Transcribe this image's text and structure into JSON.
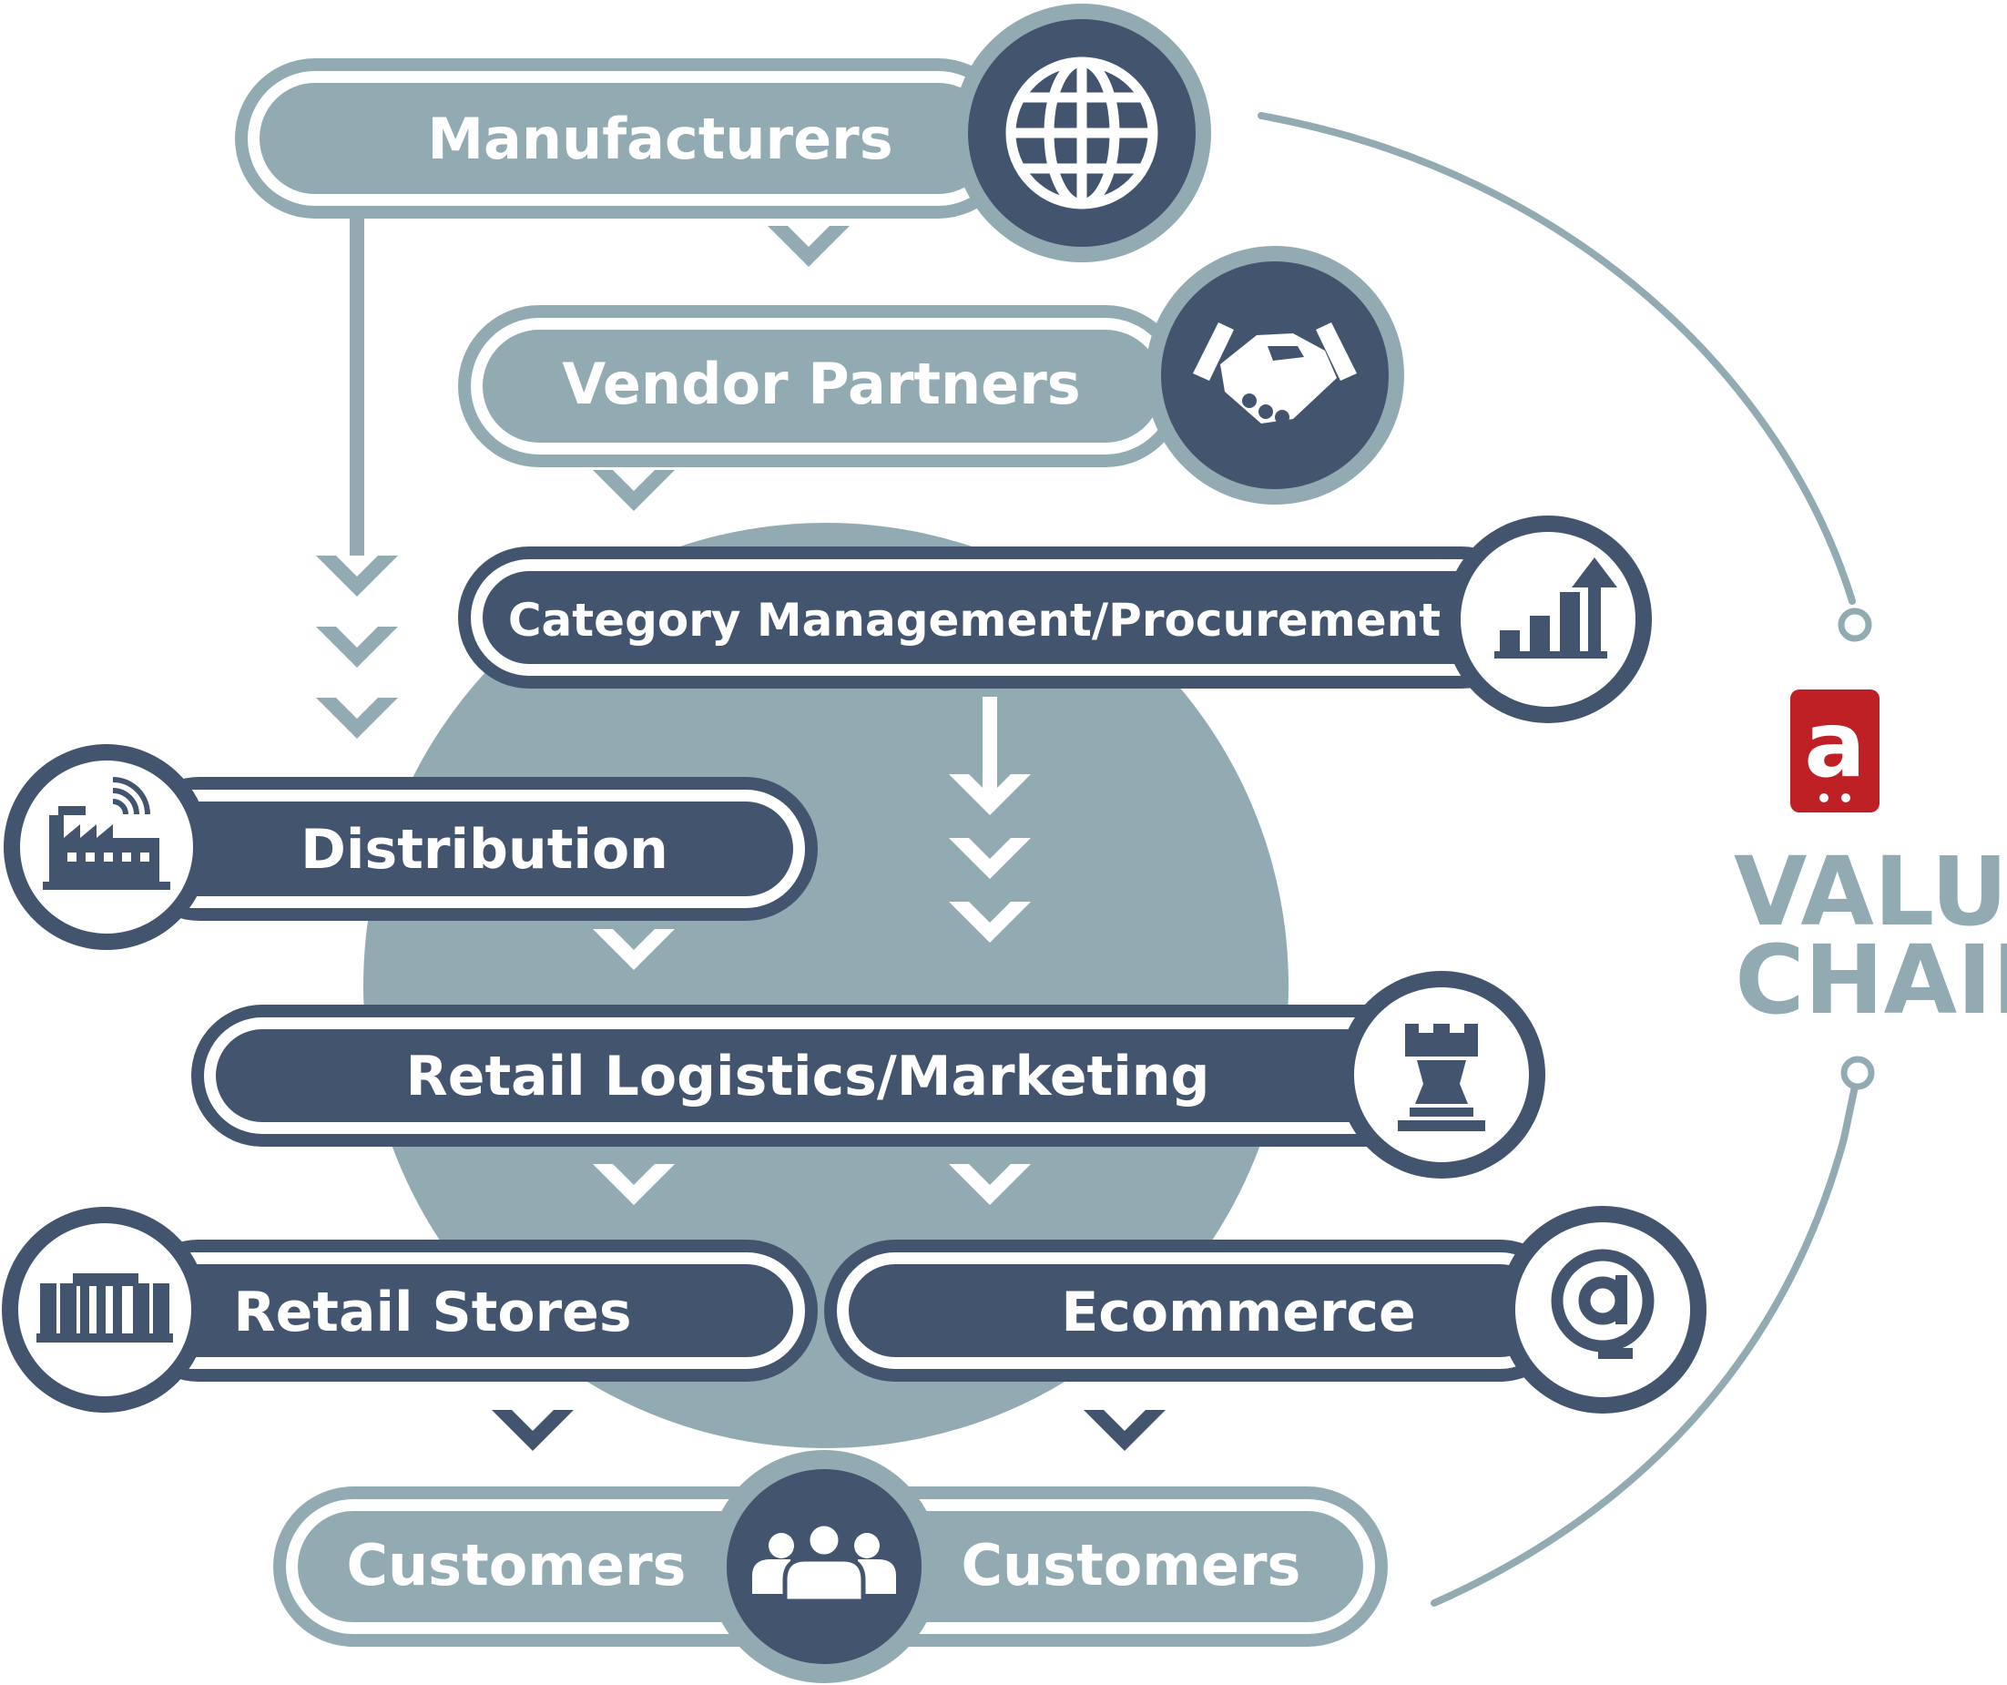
{
  "colors": {
    "navy": "#43546f",
    "light": "#92abb2",
    "background": "#ffffff",
    "logo_red": "#bf2026"
  },
  "nodes": {
    "manufacturers": {
      "label": "Manufacturers",
      "icon": "globe-icon"
    },
    "vendor_partners": {
      "label": "Vendor Partners",
      "icon": "handshake-icon"
    },
    "category_management": {
      "label": "Category Management/Procurement",
      "icon": "bar-chart-up-icon"
    },
    "distribution": {
      "label": "Distribution",
      "icon": "factory-wifi-icon"
    },
    "retail_logistics": {
      "label": "Retail Logistics/Marketing",
      "icon": "rook-tower-icon"
    },
    "retail_stores": {
      "label": "Retail Stores",
      "icon": "storefront-icon"
    },
    "ecommerce": {
      "label": "Ecommerce",
      "icon": "at-sign-icon"
    },
    "customers_left": {
      "label": "Customers",
      "icon": "people-group-icon"
    },
    "customers_right": {
      "label": "Customers"
    }
  },
  "branding": {
    "logo_letter": "a",
    "title_line1": "VALUE",
    "title_line2": "CHAIN"
  }
}
